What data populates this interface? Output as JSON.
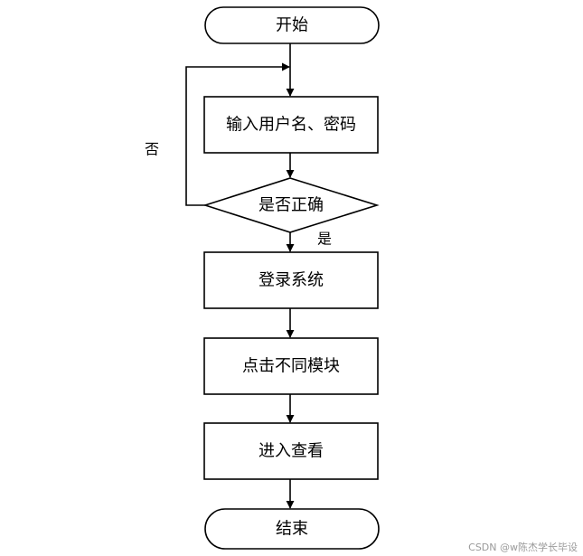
{
  "flowchart": {
    "start": "开始",
    "input": "输入用户名、密码",
    "decision": "是否正确",
    "login": "登录系统",
    "click": "点击不同模块",
    "view": "进入查看",
    "end": "结束"
  },
  "labels": {
    "no": "否",
    "yes": "是"
  },
  "watermark": "CSDN @w陈杰学长毕设"
}
